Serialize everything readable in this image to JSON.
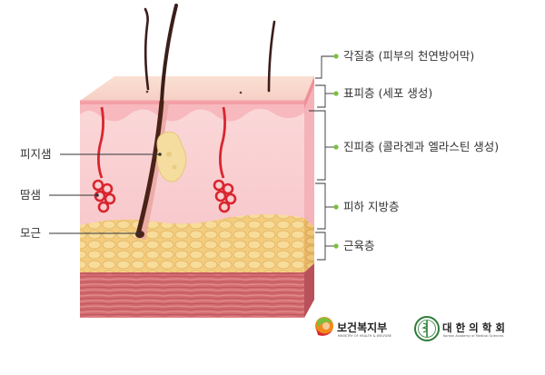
{
  "left_labels": [
    "피지샘",
    "땀샘",
    "모근"
  ],
  "right_labels": [
    "각질층 (피부의 천연방어막)",
    "표피층 (세포 생성)",
    "진피층 (콜라겐과 엘라스틴 생성)",
    "피하 지방층",
    "근육층"
  ],
  "logos": {
    "ministry_name": "보건복지부",
    "ministry_sub": "MINISTRY OF HEALTH & WELFARE",
    "academy_name": "대 한 의 학 회",
    "academy_sub": "Korean Academy of Medical Sciences"
  },
  "colors": {
    "epidermis": "#f9c3c6",
    "dermis": "#fbd7d8",
    "fat": "#f3cd7d",
    "muscle": "#d26c70",
    "gland": "#d8262f",
    "hair": "#3b1e1a",
    "leader_dot": "#7cbf3e"
  }
}
